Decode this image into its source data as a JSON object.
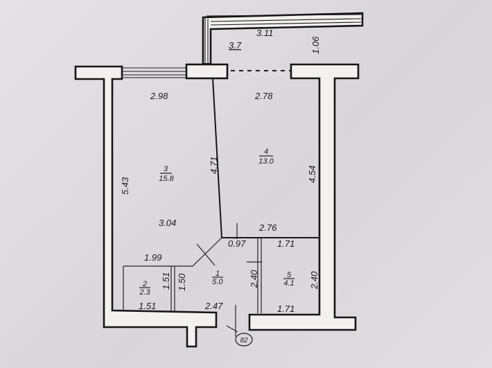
{
  "dimensions": {
    "balcony_width": "3.11",
    "balcony_area": "3.7",
    "balcony_depth": "1.06",
    "room3_top": "2.98",
    "room3_left": "5.43",
    "room3_right": "4.71",
    "room3_bottom": "3.04",
    "room4_top": "2.78",
    "room4_right": "4.54",
    "room4_bottom": "2.76",
    "hall_small": "0.97",
    "hall_left": "1.99",
    "hall_vertical": "2.40",
    "hall_bottom": "2.47",
    "bath_top": "1.71",
    "bath_right": "2.40",
    "bath_bottom": "1.71",
    "wc_left": "1.51",
    "wc_right": "1.50",
    "wc_bottom": "1.51"
  },
  "rooms": [
    {
      "number": "3",
      "area": "15.8"
    },
    {
      "number": "4",
      "area": "13.0"
    },
    {
      "number": "1",
      "area": "5.0"
    },
    {
      "number": "2",
      "area": "2.3"
    },
    {
      "number": "5",
      "area": "4.1"
    }
  ],
  "axis_tag": "82"
}
